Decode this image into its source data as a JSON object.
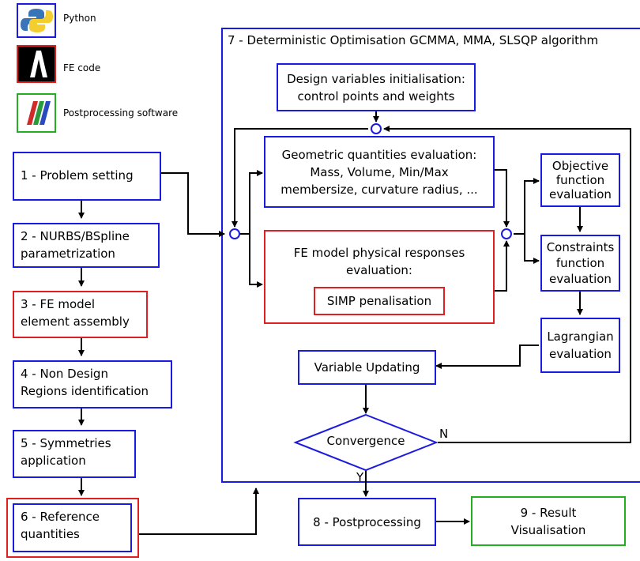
{
  "legend": [
    {
      "label": "Python",
      "icon": "python-logo-icon",
      "border": "#1a1ae0"
    },
    {
      "label": "FE code",
      "icon": "fe-code-logo-icon",
      "border": "#e02020"
    },
    {
      "label": "Postprocessing software",
      "icon": "paraview-logo-icon",
      "border": "#22b022"
    }
  ],
  "steps": {
    "s1": "1 - Problem setting",
    "s2a": "2 - NURBS/BSpline",
    "s2b": "parametrization",
    "s3a": "3 - FE model",
    "s3b": "element assembly",
    "s4a": "4 - Non Design",
    "s4b": "Regions identification",
    "s5a": "5 - Symmetries",
    "s5b": "application",
    "s6a": "6 - Reference",
    "s6b": "quantities"
  },
  "optimisation": {
    "title": "7 - Deterministic Optimisation  GCMMA, MMA, SLSQP algorithm",
    "init_a": "Design variables initialisation:",
    "init_b": "control points and weights",
    "geo_a": "Geometric quantities evaluation:",
    "geo_b": "Mass, Volume, Min/Max",
    "geo_c": "membersize, curvature radius, ...",
    "fe_a": "FE model physical responses",
    "fe_b": "evaluation:",
    "simp": "SIMP penalisation",
    "obj_a": "Objective",
    "obj_b": "function",
    "obj_c": "evaluation",
    "con_a": "Constraints",
    "con_b": "function",
    "con_c": "evaluation",
    "lag_a": "Lagrangian",
    "lag_b": "evaluation",
    "update": "Variable Updating",
    "convergence": "Convergence",
    "no": "N",
    "yes": "Y"
  },
  "post": {
    "post": "8 - Postprocessing",
    "vis_a": "9 - Result",
    "vis_b": "Visualisation"
  },
  "colors": {
    "blue": "#1a1ae0",
    "red": "#e02020",
    "green": "#22b022"
  }
}
